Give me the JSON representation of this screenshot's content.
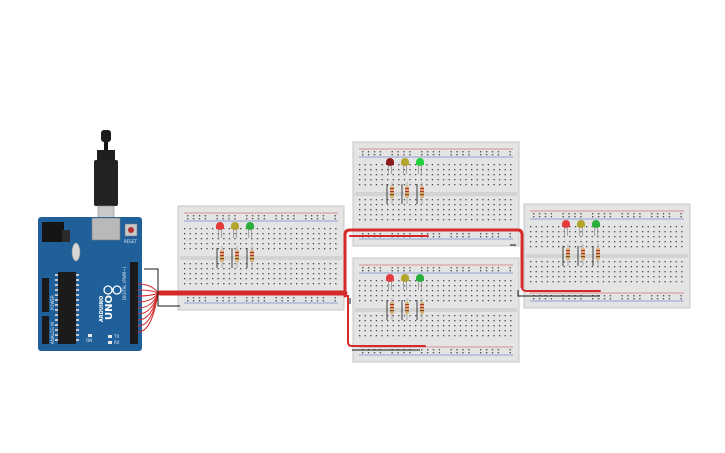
{
  "arduino": {
    "model": "UNO",
    "brand": "ARDUINO",
    "reset_label": "RESET",
    "power_label": "POWER",
    "analog_label": "ANALOG IN",
    "digital_label": "DIGITAL (PWM~)",
    "tx_label": "TX",
    "rx_label": "RX",
    "on_label": "ON"
  },
  "colors": {
    "board_blue": "#1f5f9a",
    "wire_red": "#d42a2a",
    "wire_black": "#1a1a1a",
    "breadboard": "#e4e4e4",
    "rail_red": "#d23a3a",
    "rail_blue": "#3a5ec2",
    "led_red": "#e23c3c",
    "led_yellow": "#b3a42c",
    "led_green": "#2cae3c",
    "led_dark_red": "#8a1c1c",
    "led_bright_green": "#22d23c"
  },
  "breadboards": [
    {
      "name": "breadboard-1",
      "leds": [
        "red",
        "yellow",
        "green"
      ]
    },
    {
      "name": "breadboard-2-top",
      "leds": [
        "dark_red",
        "yellow",
        "bright_green"
      ]
    },
    {
      "name": "breadboard-3-bottom",
      "leds": [
        "red",
        "yellow",
        "green"
      ]
    },
    {
      "name": "breadboard-4",
      "leds": [
        "red",
        "yellow",
        "green"
      ]
    }
  ]
}
